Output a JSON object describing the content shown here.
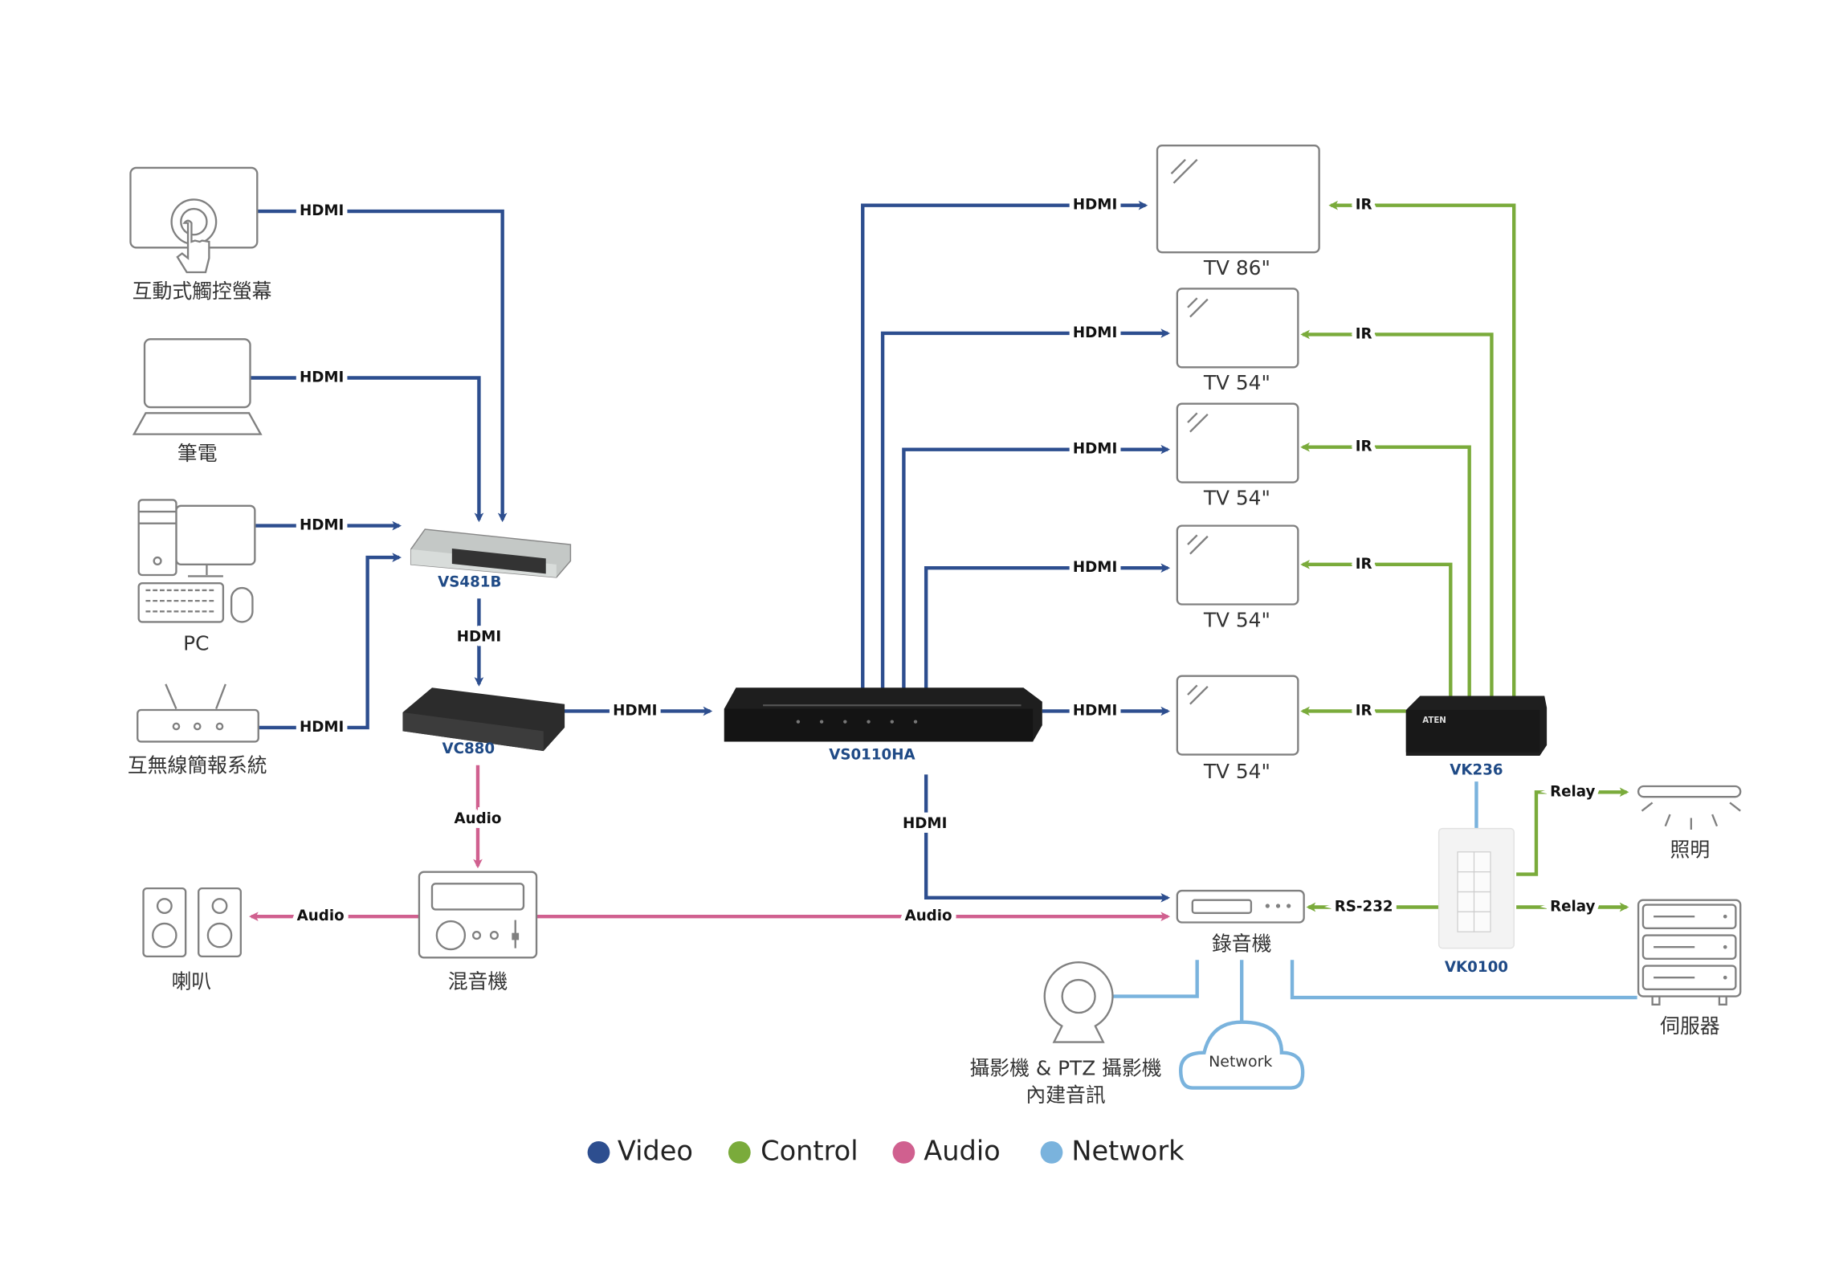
{
  "colors": {
    "video": "#2d4e8f",
    "control": "#7aab3b",
    "audio": "#d0608f",
    "network": "#7ab3dd",
    "model_label": "#1f4a86"
  },
  "devices": {
    "touch_screen": "互動式觸控螢幕",
    "laptop": "筆電",
    "pc": "PC",
    "wireless": "互無線簡報系統",
    "vs481b": "VS481B",
    "vc880": "VC880",
    "vs0110ha": "VS0110HA",
    "tv1": "TV 86\"",
    "tv2": "TV 54\"",
    "tv3": "TV 54\"",
    "tv4": "TV 54\"",
    "tv5": "TV 54\"",
    "vk236": "VK236",
    "vk0100": "VK0100",
    "lighting": "照明",
    "server": "伺服器",
    "recorder": "錄音機",
    "camera_line1": "攝影機 & PTZ 攝影機",
    "camera_line2": "內建音訊",
    "network_cloud": "Network",
    "speakers": "喇叭",
    "mixer": "混音機"
  },
  "links": {
    "hdmi": "HDMI",
    "audio": "Audio",
    "ir": "IR",
    "relay": "Relay",
    "rs232": "RS-232"
  },
  "legend": [
    {
      "label": "Video",
      "color": "#2d4e8f"
    },
    {
      "label": "Control",
      "color": "#7aab3b"
    },
    {
      "label": "Audio",
      "color": "#d0608f"
    },
    {
      "label": "Network",
      "color": "#7ab3dd"
    }
  ]
}
